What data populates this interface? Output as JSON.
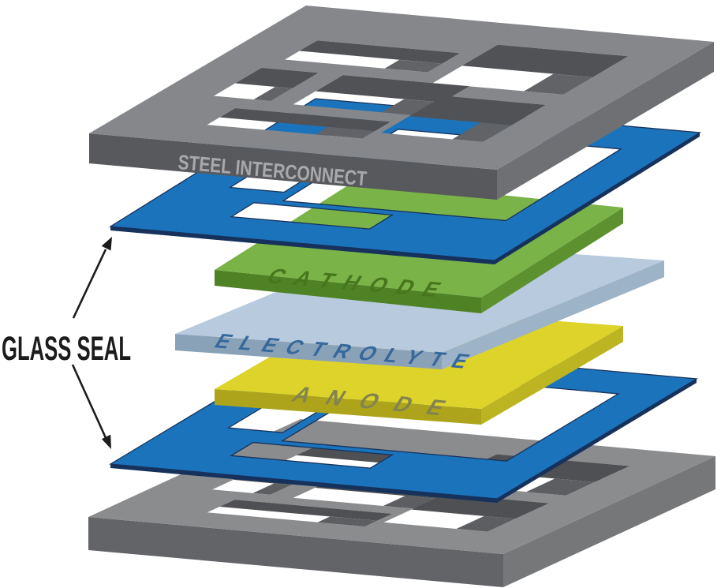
{
  "diagram": {
    "type": "exploded-stack-diagram",
    "subject": "fuel cell stack layers",
    "background": "#ffffff",
    "layers": [
      {
        "id": "steel-interconnect-top",
        "label": "STEEL INTERCONNECT",
        "colors": {
          "top": "#85878a",
          "left": "#58595d",
          "right": "#6f7073",
          "wall": "#515256",
          "wall2": "#626367",
          "label": "#a7a9ac"
        }
      },
      {
        "id": "glass-seal-upper",
        "label": "GLASS SEAL",
        "colors": {
          "top": "#1b74bb",
          "left": "#16325c",
          "right": "#16325c",
          "edge": "#16325c"
        }
      },
      {
        "id": "cathode",
        "label": "CATHODE",
        "colors": {
          "top": "#7ab347",
          "left": "#4f8125",
          "right": "#5d9130",
          "label": "#47761d"
        }
      },
      {
        "id": "electrolyte",
        "label": "ELECTROLYTE",
        "colors": {
          "top": "#b7cade",
          "left": "#8aa2b8",
          "right": "#9db3c7",
          "label": "#36689b"
        }
      },
      {
        "id": "anode",
        "label": "ANODE",
        "colors": {
          "top": "#ddd32a",
          "left": "#ada41b",
          "right": "#bdb421",
          "label": "#83834f"
        }
      },
      {
        "id": "glass-seal-lower",
        "label": "GLASS SEAL",
        "colors": {
          "top": "#1b74bb",
          "left": "#16325c",
          "right": "#16325c",
          "edge": "#16325c"
        }
      },
      {
        "id": "steel-interconnect-bottom",
        "label": "",
        "colors": {
          "top": "#8a8c8e",
          "left": "#636468",
          "right": "#767779",
          "wall": "#4f5053",
          "wall2": "#5d5e61",
          "label": ""
        }
      }
    ],
    "annotation": {
      "text": "GLASS SEAL",
      "color": "#1c1c1c",
      "arrows": 2
    }
  }
}
